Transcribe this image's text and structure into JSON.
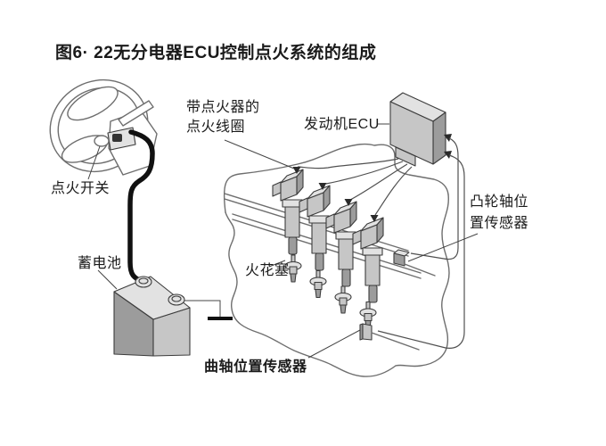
{
  "figure": {
    "title": "图6· 22无分电器ECU控制点火系统的组成",
    "labels": {
      "ignition_switch": "点火开关",
      "battery": "蓄电池",
      "ignition_coil": "带点火器的\n点火线圈",
      "engine_ecu": "发动机ECU",
      "camshaft_sensor": "凸轮轴位\n置传感器",
      "spark_plug": "火花塞",
      "crankshaft_sensor": "曲轴位置传感器"
    },
    "colors": {
      "line": "#6e6e6e",
      "outline": "#3c3c3c",
      "component_fill": "#c6c6c6",
      "component_fill_light": "#e2e2e2",
      "component_fill_dark": "#9c9c9c",
      "cable": "#111111",
      "text": "#1a1a1a",
      "background": "#ffffff"
    }
  }
}
